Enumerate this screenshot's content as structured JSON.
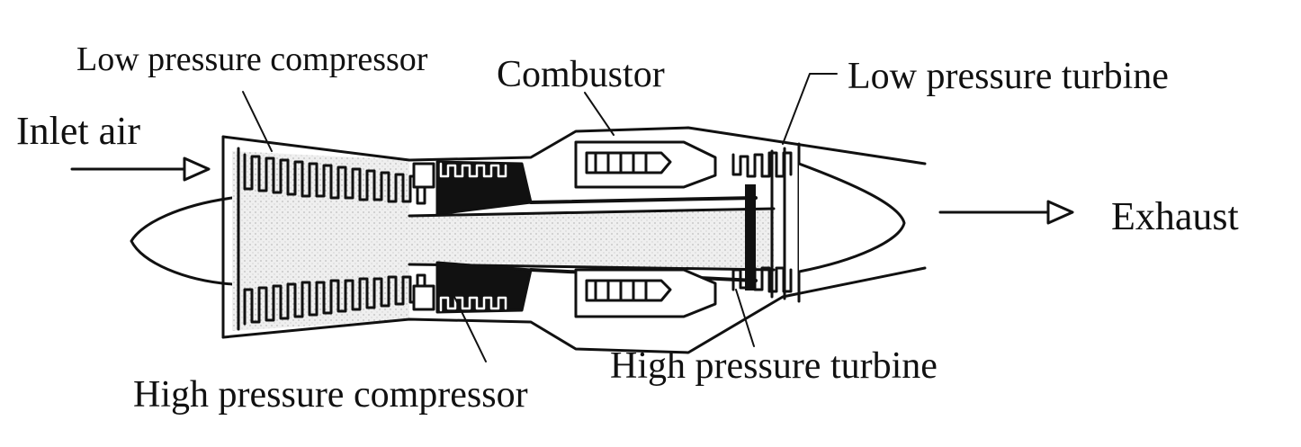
{
  "labels": {
    "low_pressure_compressor": "Low pressure compressor",
    "combustor": "Combustor",
    "low_pressure_turbine": "Low pressure turbine",
    "inlet_air": "Inlet air",
    "exhaust": "Exhaust",
    "high_pressure_turbine": "High pressure turbine",
    "high_pressure_compressor": "High pressure compressor"
  },
  "colors": {
    "ink": "#111111",
    "shaft_fill": "#e9e9e9",
    "background": "#ffffff"
  }
}
